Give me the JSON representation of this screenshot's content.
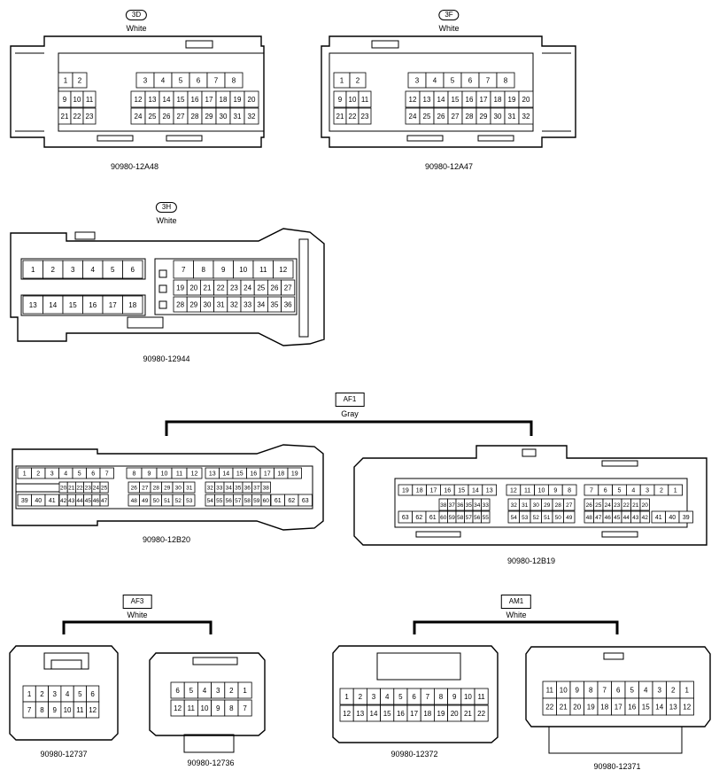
{
  "connectors": {
    "c3d": {
      "code": "3D",
      "color": "White",
      "part": "90980-12A48",
      "rows": [
        [
          "1",
          "2",
          "3",
          "4",
          "5",
          "6",
          "7",
          "8"
        ],
        [
          "9",
          "10",
          "11",
          "12",
          "13",
          "14",
          "15",
          "16",
          "17",
          "18",
          "19",
          "20"
        ],
        [
          "21",
          "22",
          "23",
          "24",
          "25",
          "26",
          "27",
          "28",
          "29",
          "30",
          "31",
          "32"
        ]
      ]
    },
    "c3f": {
      "code": "3F",
      "color": "White",
      "part": "90980-12A47",
      "rows": [
        [
          "1",
          "2",
          "3",
          "4",
          "5",
          "6",
          "7",
          "8"
        ],
        [
          "9",
          "10",
          "11",
          "12",
          "13",
          "14",
          "15",
          "16",
          "17",
          "18",
          "19",
          "20"
        ],
        [
          "21",
          "22",
          "23",
          "24",
          "25",
          "26",
          "27",
          "28",
          "29",
          "30",
          "31",
          "32"
        ]
      ]
    },
    "c3h": {
      "code": "3H",
      "color": "White",
      "part": "90980-12944",
      "rows": [
        [
          "1",
          "2",
          "3",
          "4",
          "5",
          "6",
          "7",
          "8",
          "9",
          "10",
          "11",
          "12"
        ],
        [
          "19",
          "20",
          "21",
          "22",
          "23",
          "24",
          "25",
          "26",
          "27"
        ],
        [
          "13",
          "14",
          "15",
          "16",
          "17",
          "18",
          "28",
          "29",
          "30",
          "31",
          "32",
          "33",
          "34",
          "35",
          "36"
        ]
      ]
    },
    "af1": {
      "code": "AF1",
      "color": "Gray",
      "part_left": "90980-12B20",
      "part_right": "90980-12B19",
      "left_rows": [
        [
          "1",
          "2",
          "3",
          "4",
          "5",
          "6",
          "7",
          "8",
          "9",
          "10",
          "11",
          "12",
          "13",
          "14",
          "15",
          "16",
          "17",
          "18",
          "19"
        ],
        [
          "20",
          "21",
          "22",
          "23",
          "24",
          "25",
          "26",
          "27",
          "28",
          "29",
          "30",
          "31",
          "32",
          "33",
          "34",
          "35",
          "36",
          "37",
          "38"
        ],
        [
          "39",
          "40",
          "41",
          "42",
          "43",
          "44",
          "45",
          "46",
          "47",
          "48",
          "49",
          "50",
          "51",
          "52",
          "53",
          "54",
          "55",
          "56",
          "57",
          "58",
          "59",
          "60",
          "61",
          "62",
          "63"
        ]
      ],
      "right_rows": [
        [
          "19",
          "18",
          "17",
          "16",
          "15",
          "14",
          "13",
          "12",
          "11",
          "10",
          "9",
          "8",
          "7",
          "6",
          "5",
          "4",
          "3",
          "2",
          "1"
        ],
        [
          "38",
          "37",
          "36",
          "35",
          "34",
          "33",
          "32",
          "31",
          "30",
          "29",
          "28",
          "27",
          "26",
          "25",
          "24",
          "23",
          "22",
          "21",
          "20"
        ],
        [
          "63",
          "62",
          "61",
          "60",
          "59",
          "58",
          "57",
          "56",
          "55",
          "54",
          "53",
          "52",
          "51",
          "50",
          "49",
          "48",
          "47",
          "46",
          "45",
          "44",
          "43",
          "42",
          "41",
          "40",
          "39"
        ]
      ]
    },
    "af3": {
      "code": "AF3",
      "color": "White",
      "part_left": "90980-12737",
      "part_right": "90980-12736",
      "left_rows": [
        [
          "1",
          "2",
          "3",
          "4",
          "5",
          "6"
        ],
        [
          "7",
          "8",
          "9",
          "10",
          "11",
          "12"
        ]
      ],
      "right_rows": [
        [
          "6",
          "5",
          "4",
          "3",
          "2",
          "1"
        ],
        [
          "12",
          "11",
          "10",
          "9",
          "8",
          "7"
        ]
      ]
    },
    "am1": {
      "code": "AM1",
      "color": "White",
      "part_left": "90980-12372",
      "part_right": "90980-12371",
      "left_rows": [
        [
          "1",
          "2",
          "3",
          "4",
          "5",
          "6",
          "7",
          "8",
          "9",
          "10",
          "11"
        ],
        [
          "12",
          "13",
          "14",
          "15",
          "16",
          "17",
          "18",
          "19",
          "20",
          "21",
          "22"
        ]
      ],
      "right_rows": [
        [
          "11",
          "10",
          "9",
          "8",
          "7",
          "6",
          "5",
          "4",
          "3",
          "2",
          "1"
        ],
        [
          "22",
          "21",
          "20",
          "19",
          "18",
          "17",
          "16",
          "15",
          "14",
          "13",
          "12"
        ]
      ]
    }
  }
}
